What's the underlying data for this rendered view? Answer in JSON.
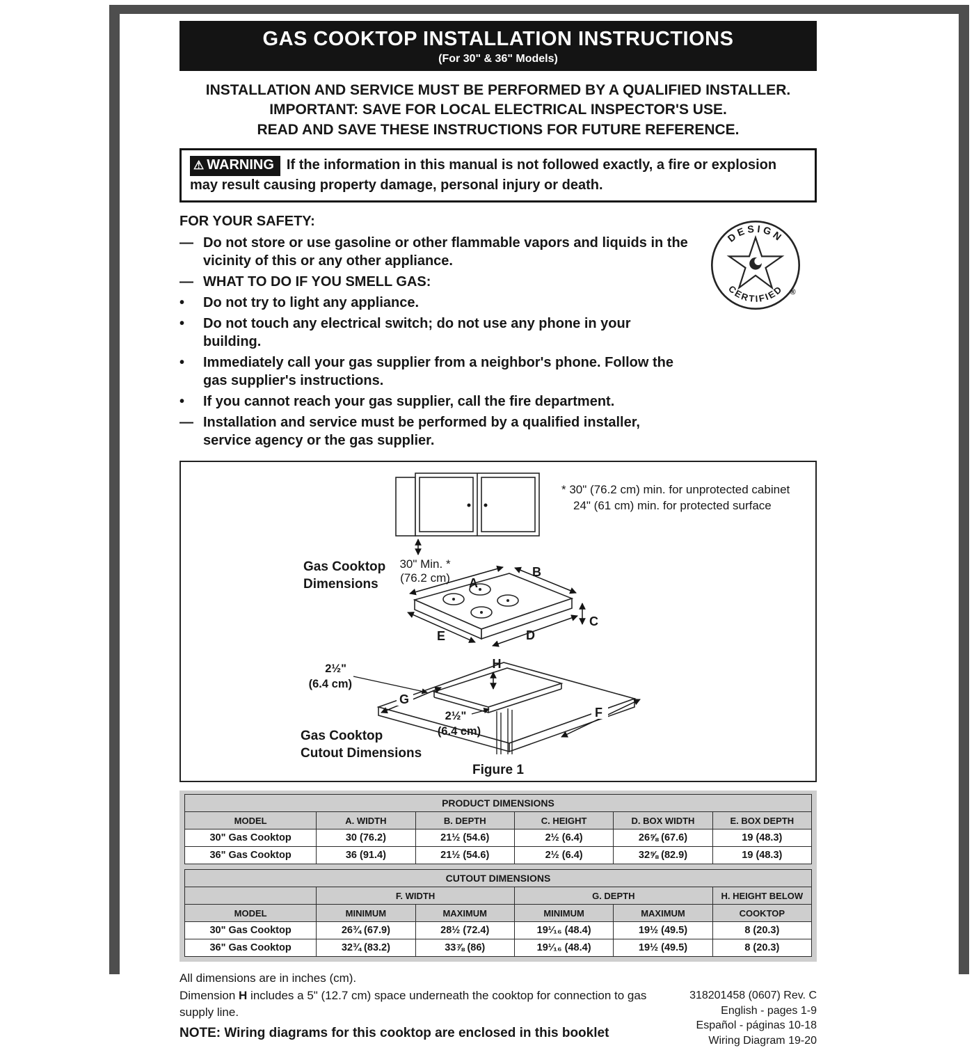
{
  "page": {
    "title": "GAS COOKTOP INSTALLATION INSTRUCTIONS",
    "subtitle": "(For 30\" & 36\" Models)"
  },
  "icons": {
    "warning": "⚠"
  },
  "notice_lines": [
    "INSTALLATION AND SERVICE MUST BE PERFORMED BY A QUALIFIED INSTALLER.",
    "IMPORTANT: SAVE FOR LOCAL ELECTRICAL INSPECTOR'S USE.",
    "READ AND SAVE THESE INSTRUCTIONS FOR FUTURE REFERENCE."
  ],
  "warning": {
    "badge": "WARNING",
    "text": "If the information in this manual is not followed exactly, a fire or explosion may result causing property damage, personal injury or death."
  },
  "safety": {
    "heading": "FOR YOUR SAFETY:",
    "items": [
      {
        "marker": "—",
        "text": "Do not store or use gasoline or other flammable vapors and liquids in the vicinity of this or any other appliance."
      },
      {
        "marker": "—",
        "text": "WHAT TO DO IF YOU SMELL GAS:"
      },
      {
        "marker": "•",
        "text": "Do not try to light any appliance."
      },
      {
        "marker": "•",
        "text": "Do not touch any electrical switch; do not use any phone in your building."
      },
      {
        "marker": "•",
        "text": "Immediately call your gas supplier from a neighbor's phone. Follow the gas supplier's instructions."
      },
      {
        "marker": "•",
        "text": "If you cannot reach your gas supplier, call the fire department."
      },
      {
        "marker": "—",
        "text": "Installation and service must be performed by a qualified installer, service agency or the gas supplier."
      }
    ]
  },
  "cert_badge": {
    "top": "DESIGN",
    "bottom": "CERTIFIED",
    "reg": "®"
  },
  "figure": {
    "note_line1": "* 30\" (76.2 cm) min. for unprotected cabinet",
    "note_line2": "24\" (61 cm) min. for protected surface",
    "min_label1": "30\" Min. *",
    "min_label2": "(76.2 cm)",
    "dims_label1": "Gas Cooktop",
    "dims_label2": "Dimensions",
    "cutout_label1": "Gas Cooktop",
    "cutout_label2": "Cutout Dimensions",
    "clearance_top": "2½\"",
    "clearance_top_cm": "(6.4 cm)",
    "clearance_mid": "2½\"",
    "clearance_mid_cm": "(6.4 cm)",
    "letters": {
      "a": "A",
      "b": "B",
      "c": "C",
      "d": "D",
      "e": "E",
      "f": "F",
      "g": "G",
      "h": "H"
    },
    "caption": "Figure 1"
  },
  "product_table": {
    "title": "PRODUCT DIMENSIONS",
    "headers": [
      "MODEL",
      "A. WIDTH",
      "B. DEPTH",
      "C. HEIGHT",
      "D. BOX WIDTH",
      "E. BOX DEPTH"
    ],
    "rows": [
      [
        "30\" Gas Cooktop",
        "30  (76.2)",
        "21½  (54.6)",
        "2½  (6.4)",
        "26⅝ (67.6)",
        "19  (48.3)"
      ],
      [
        "36\" Gas Cooktop",
        "36  (91.4)",
        "21½  (54.6)",
        "2½  (6.4)",
        "32⅝ (82.9)",
        "19 (48.3)"
      ]
    ]
  },
  "cutout_table": {
    "title": "CUTOUT DIMENSIONS",
    "group_headers": [
      "F. WIDTH",
      "G. DEPTH",
      "H. HEIGHT BELOW"
    ],
    "sub_headers": [
      "MODEL",
      "MINIMUM",
      "MAXIMUM",
      "MINIMUM",
      "MAXIMUM",
      "COOKTOP"
    ],
    "rows": [
      [
        "30\" Gas Cooktop",
        "26¾ (67.9)",
        "28½ (72.4)",
        "19¹⁄₁₆ (48.4)",
        "19½ (49.5)",
        "8  (20.3)"
      ],
      [
        "36\" Gas Cooktop",
        "32¾ (83.2)",
        "33⅞ (86)",
        "19¹⁄₁₆ (48.4)",
        "19½ (49.5)",
        "8  (20.3)"
      ]
    ]
  },
  "footer": {
    "line1": "All dimensions are in inches (cm).",
    "line2_pre": "Dimension ",
    "line2_bold": "H",
    "line2_post": " includes a 5\" (12.7 cm) space underneath the cooktop for connection to gas supply line.",
    "note": "NOTE: Wiring diagrams for this cooktop are enclosed in this booklet",
    "right": [
      "318201458 (0607) Rev. C",
      "English - pages 1-9",
      "Español - páginas 10-18",
      "Wiring Diagram 19-20"
    ]
  }
}
